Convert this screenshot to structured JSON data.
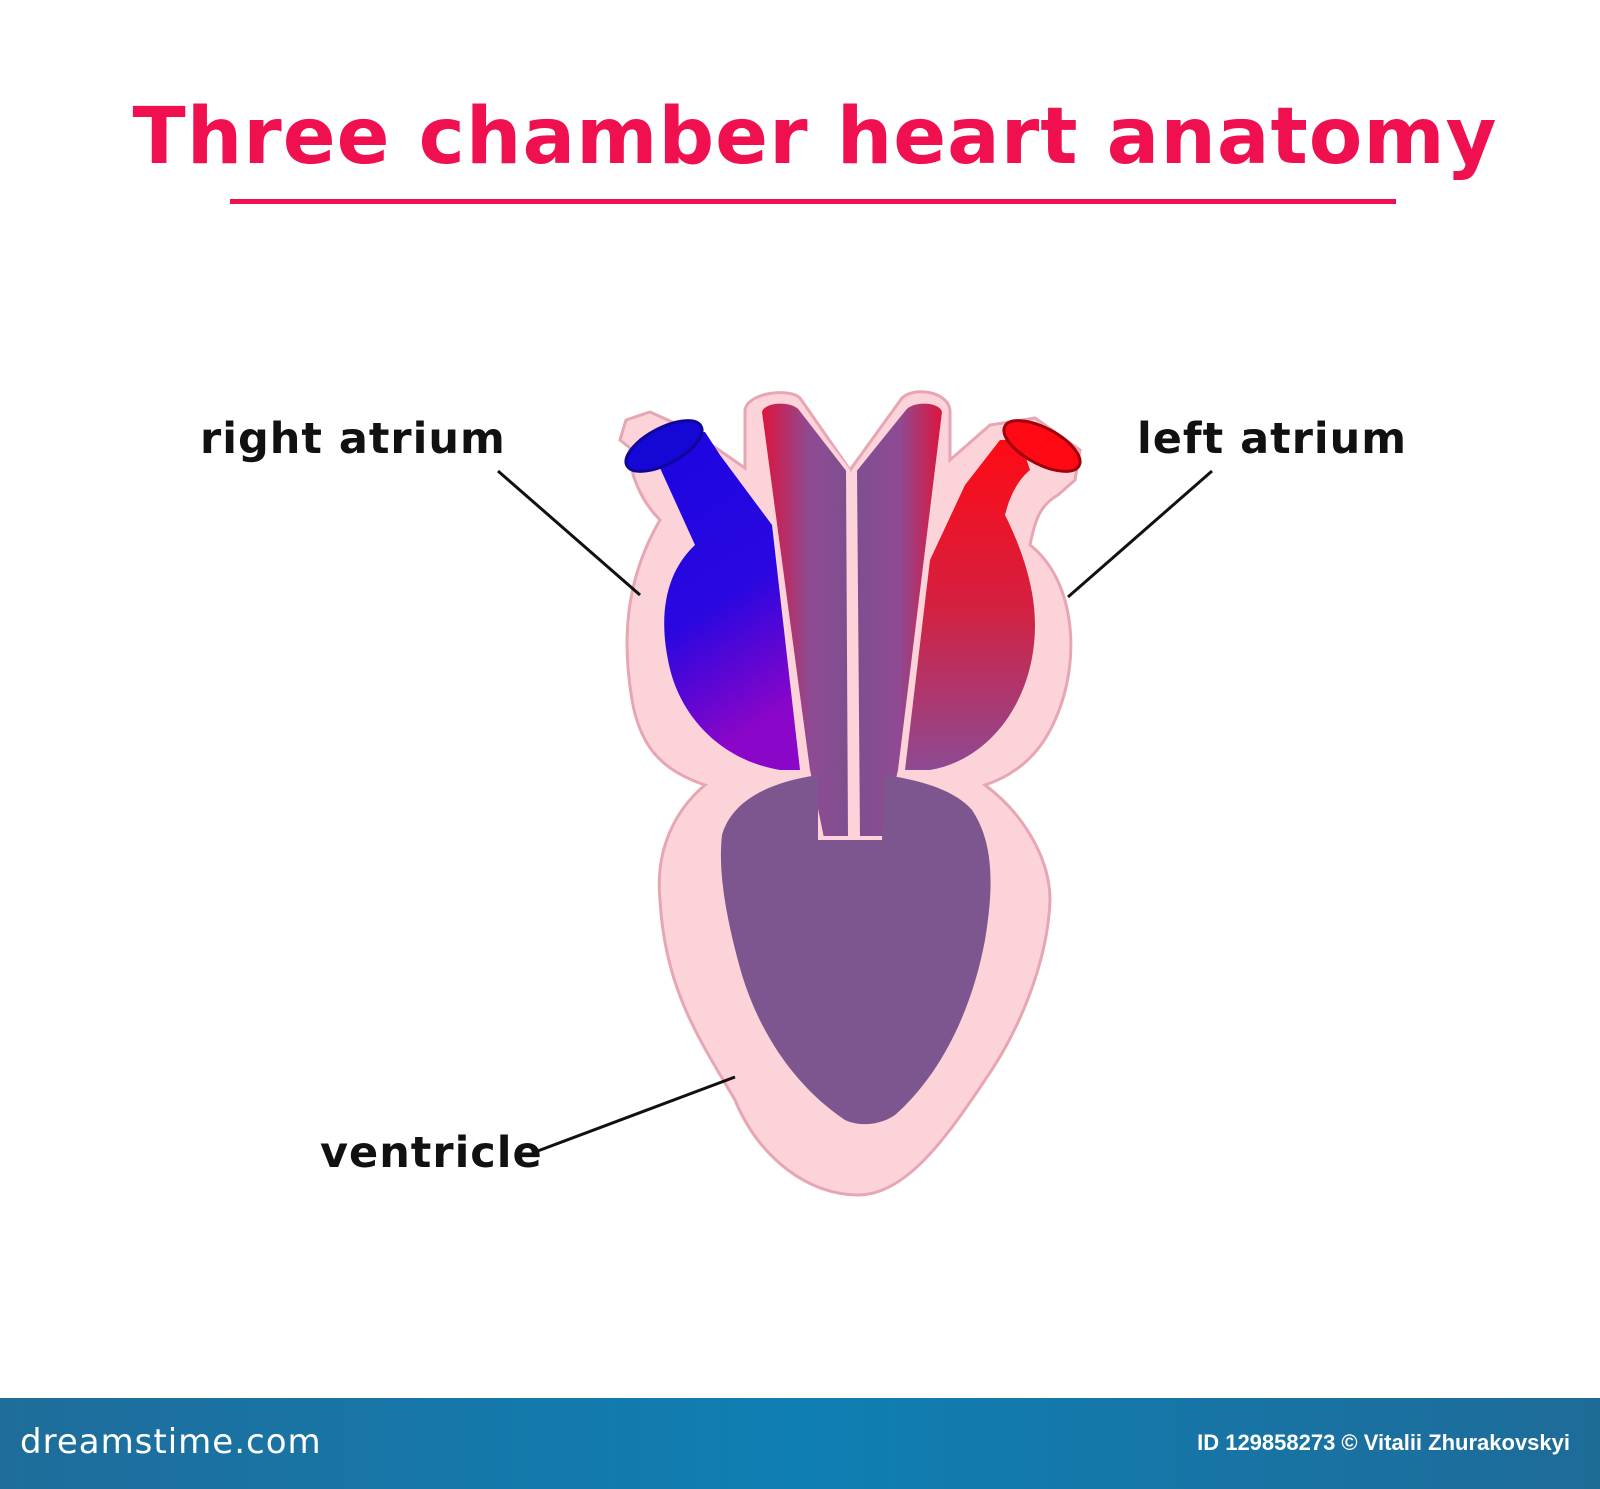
{
  "title": "Three chamber heart anatomy",
  "labels": {
    "right_atrium": "right atrium",
    "left_atrium": "left atrium",
    "ventricle": "ventricle"
  },
  "footer": {
    "brand": "dreamstime.com",
    "credit": "ID 129858273 © Vitalii Zhurakovskyi"
  },
  "colors": {
    "title": "#f0104f",
    "deoxygenated": "#1a06e0",
    "oxygenated": "#ff0a14",
    "mixed": "#7e4f90",
    "tissue": "#fdd3da",
    "tissue_outline": "#e7a6b3",
    "footer": "#0f7fb3"
  }
}
